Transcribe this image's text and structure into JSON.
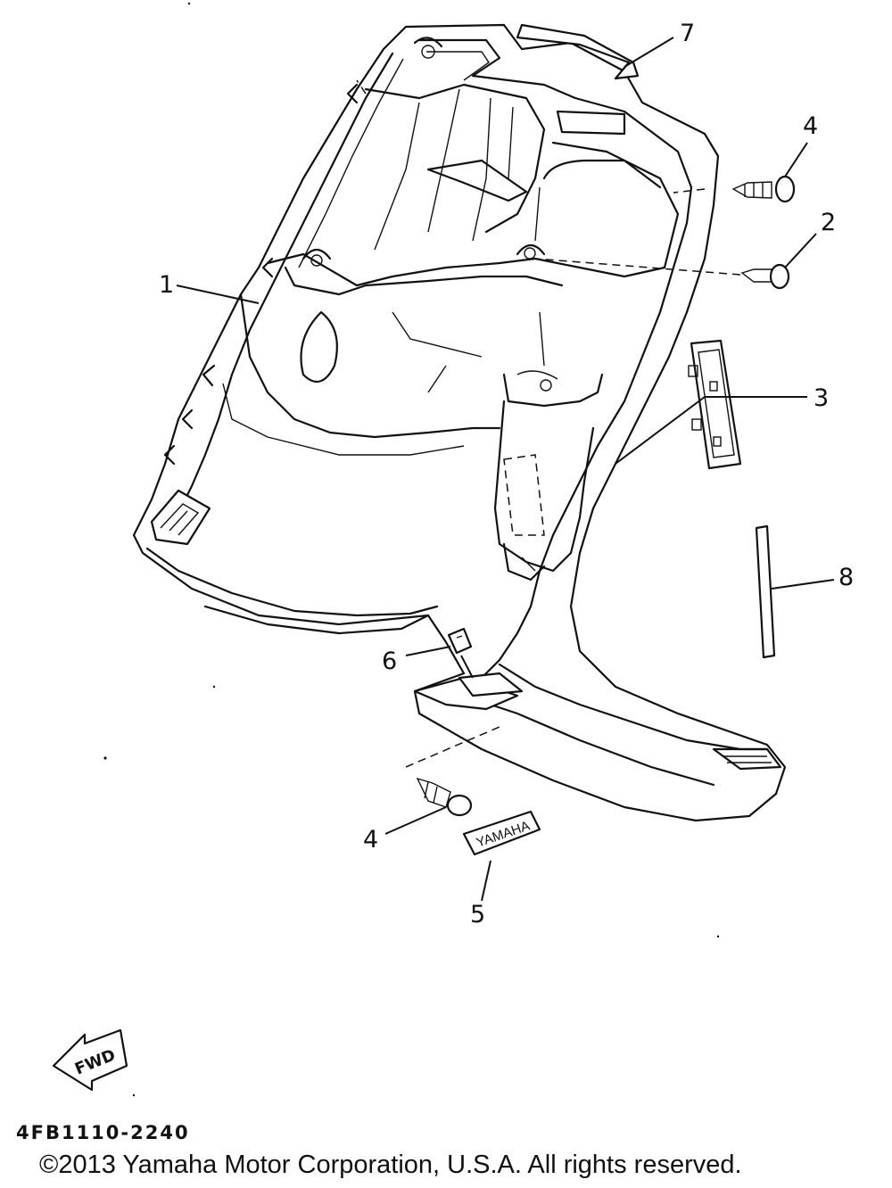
{
  "diagram": {
    "callouts": [
      {
        "id": "c1",
        "label": "1"
      },
      {
        "id": "c2",
        "label": "2"
      },
      {
        "id": "c3",
        "label": "3"
      },
      {
        "id": "c4a",
        "label": "4"
      },
      {
        "id": "c4b",
        "label": "4"
      },
      {
        "id": "c5",
        "label": "5"
      },
      {
        "id": "c6",
        "label": "6"
      },
      {
        "id": "c7",
        "label": "7"
      },
      {
        "id": "c8",
        "label": "8"
      }
    ],
    "emblem_text": "YAMAHA",
    "fwd_text": "FWD"
  },
  "footer": {
    "part_code": "4FB1110-2240",
    "copyright": "©2013 Yamaha Motor Corporation, U.S.A. All rights reserved."
  }
}
